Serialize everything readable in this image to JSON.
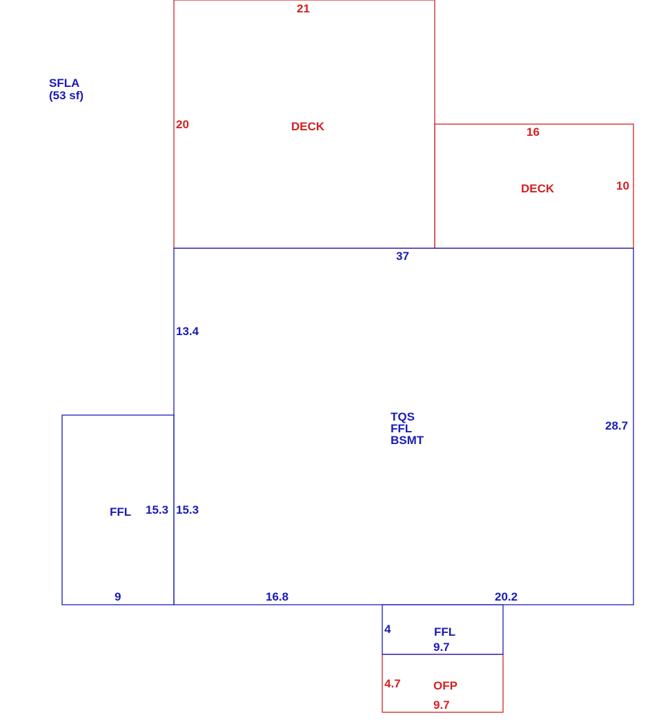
{
  "colors": {
    "main": "#1a1ab8",
    "deck": "#d42020"
  },
  "sfla": {
    "label": "SFLA",
    "area": "(53 sf)"
  },
  "deck_main": {
    "name": "DECK",
    "top": "21",
    "left": "20"
  },
  "deck_side": {
    "name": "DECK",
    "top": "16",
    "right": "10"
  },
  "main_area": {
    "names": [
      "TQS",
      "FFL",
      "BSMT"
    ],
    "top": "37",
    "left_upper": "13.4",
    "left_lower": "15.3",
    "right": "28.7",
    "bottom_left": "16.8",
    "bottom_right": "20.2"
  },
  "left_wing": {
    "name": "FFL",
    "right": "15.3",
    "bottom": "9"
  },
  "small_ffl": {
    "name": "FFL",
    "left": "4",
    "bottom": "9.7"
  },
  "ofp": {
    "name": "OFP",
    "left": "4.7",
    "bottom": "9.7"
  }
}
